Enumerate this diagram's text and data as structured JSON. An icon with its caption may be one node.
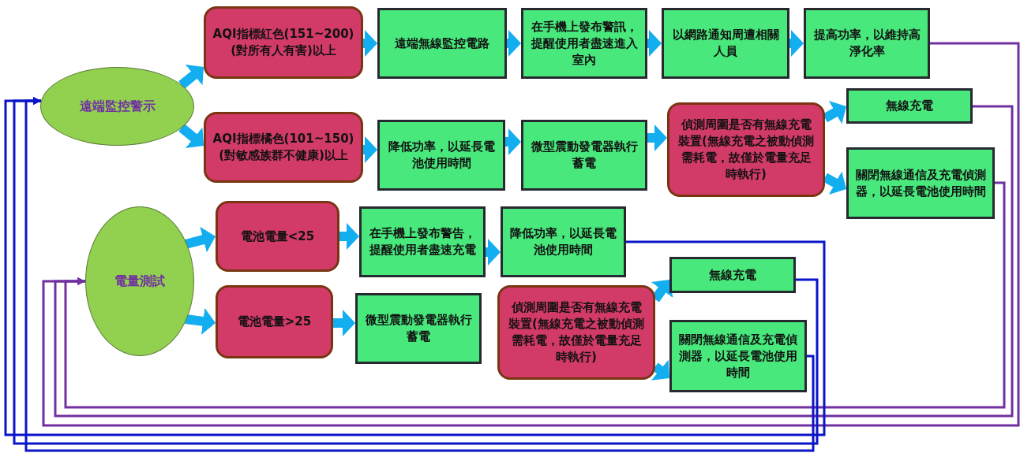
{
  "diagram": {
    "nodes": [
      {
        "text": [
          "遠端監控警示"
        ]
      },
      {
        "text": [
          "AQI指標紅色(151~200)(對所有人有害)以上"
        ]
      },
      {
        "text": [
          "遠端無線監控電路"
        ]
      },
      {
        "text": [
          "在手機上發布警訊，提醒使用者盡速進入室內"
        ]
      },
      {
        "text": [
          "以網路通知周遭相關人員"
        ]
      },
      {
        "text": [
          "提高功率，以維持高淨化率"
        ]
      },
      {
        "text": [
          "AQI指標橘色(101~150)(對敏感族群不健康)以上"
        ]
      },
      {
        "text": [
          "降低功率，以延長電池使用時間"
        ]
      },
      {
        "text": [
          "微型震動發電器執行蓄電"
        ]
      },
      {
        "text": [
          "偵測周圍是否有無線充電裝置(無線充電之被動偵測需耗電，故僅於電量充足時執行)"
        ]
      },
      {
        "text": [
          "無線充電"
        ]
      },
      {
        "text": [
          "關閉無線通信及充電偵測器，以延長電池使用時間"
        ]
      },
      {
        "text": [
          "電量測試"
        ]
      },
      {
        "text": [
          "電池電量<25"
        ]
      },
      {
        "text": [
          "在手機上發布警告，提醒使用者盡速充電"
        ]
      },
      {
        "text": [
          "降低功率，以延長電池使用時間"
        ]
      },
      {
        "text": [
          "電池電量>25"
        ]
      },
      {
        "text": [
          "微型震動發電器執行蓄電"
        ]
      },
      {
        "text": [
          "偵測周圍是否有無線充電裝置(無線充電之被動偵測需耗電，故僅於電量充足時執行)"
        ]
      },
      {
        "text": [
          "無線充電"
        ]
      },
      {
        "text": [
          "關閉無線通信及充電偵測器，以延長電池使用時間"
        ]
      }
    ],
    "edges": [
      {
        "from": 0,
        "to": 1,
        "arrow": "to"
      },
      {
        "from": 0,
        "to": 6,
        "arrow": "to"
      },
      {
        "from": 1,
        "to": 2,
        "arrow": "to"
      },
      {
        "from": 2,
        "to": 3,
        "arrow": "to"
      },
      {
        "from": 3,
        "to": 4,
        "arrow": "to"
      },
      {
        "from": 4,
        "to": 5,
        "arrow": "to"
      },
      {
        "from": 6,
        "to": 7,
        "arrow": "to"
      },
      {
        "from": 7,
        "to": 8,
        "arrow": "to"
      },
      {
        "from": 8,
        "to": 9,
        "arrow": "to"
      },
      {
        "from": 9,
        "to": 10,
        "arrow": "to"
      },
      {
        "from": 9,
        "to": 11,
        "arrow": "to"
      },
      {
        "from": 12,
        "to": 13,
        "arrow": "to"
      },
      {
        "from": 12,
        "to": 16,
        "arrow": "to"
      },
      {
        "from": 13,
        "to": 14,
        "arrow": "to"
      },
      {
        "from": 14,
        "to": 15,
        "arrow": "to"
      },
      {
        "from": 16,
        "to": 17,
        "arrow": "to"
      },
      {
        "from": 18,
        "to": 19,
        "arrow": "to"
      },
      {
        "from": 18,
        "to": 20,
        "arrow": "to"
      },
      {
        "from": 5,
        "to": 12,
        "arrow": "to",
        "color": "#7030a0"
      },
      {
        "from": 10,
        "to": 12,
        "arrow": "to",
        "color": "#7030a0"
      },
      {
        "from": 11,
        "to": 12,
        "arrow": "to",
        "color": "#7030a0"
      },
      {
        "from": 15,
        "to": 0,
        "arrow": "to",
        "color": "#0a14c8"
      },
      {
        "from": 19,
        "to": 0,
        "arrow": "to",
        "color": "#0a14c8"
      },
      {
        "from": 20,
        "to": 0,
        "arrow": "to",
        "color": "#0a14c8"
      }
    ]
  }
}
